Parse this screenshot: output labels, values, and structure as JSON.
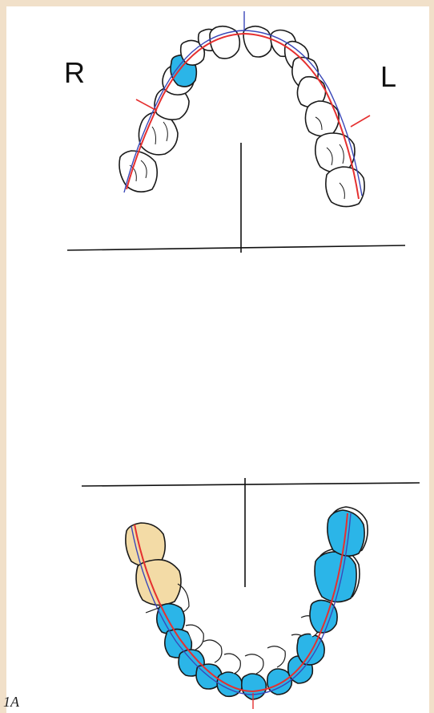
{
  "labels": {
    "right": "R",
    "left": "L",
    "figure": "1A"
  },
  "colors": {
    "background": "#f1e0c9",
    "panel": "#ffffff",
    "tooth_fill_blue": "#2bb5e8",
    "tooth_fill_tan": "#f3dba6",
    "tooth_outline": "#1a1a1a",
    "arch_line_red": "#e53030",
    "arch_line_blue": "#3a48b8",
    "axis_black": "#111111"
  }
}
